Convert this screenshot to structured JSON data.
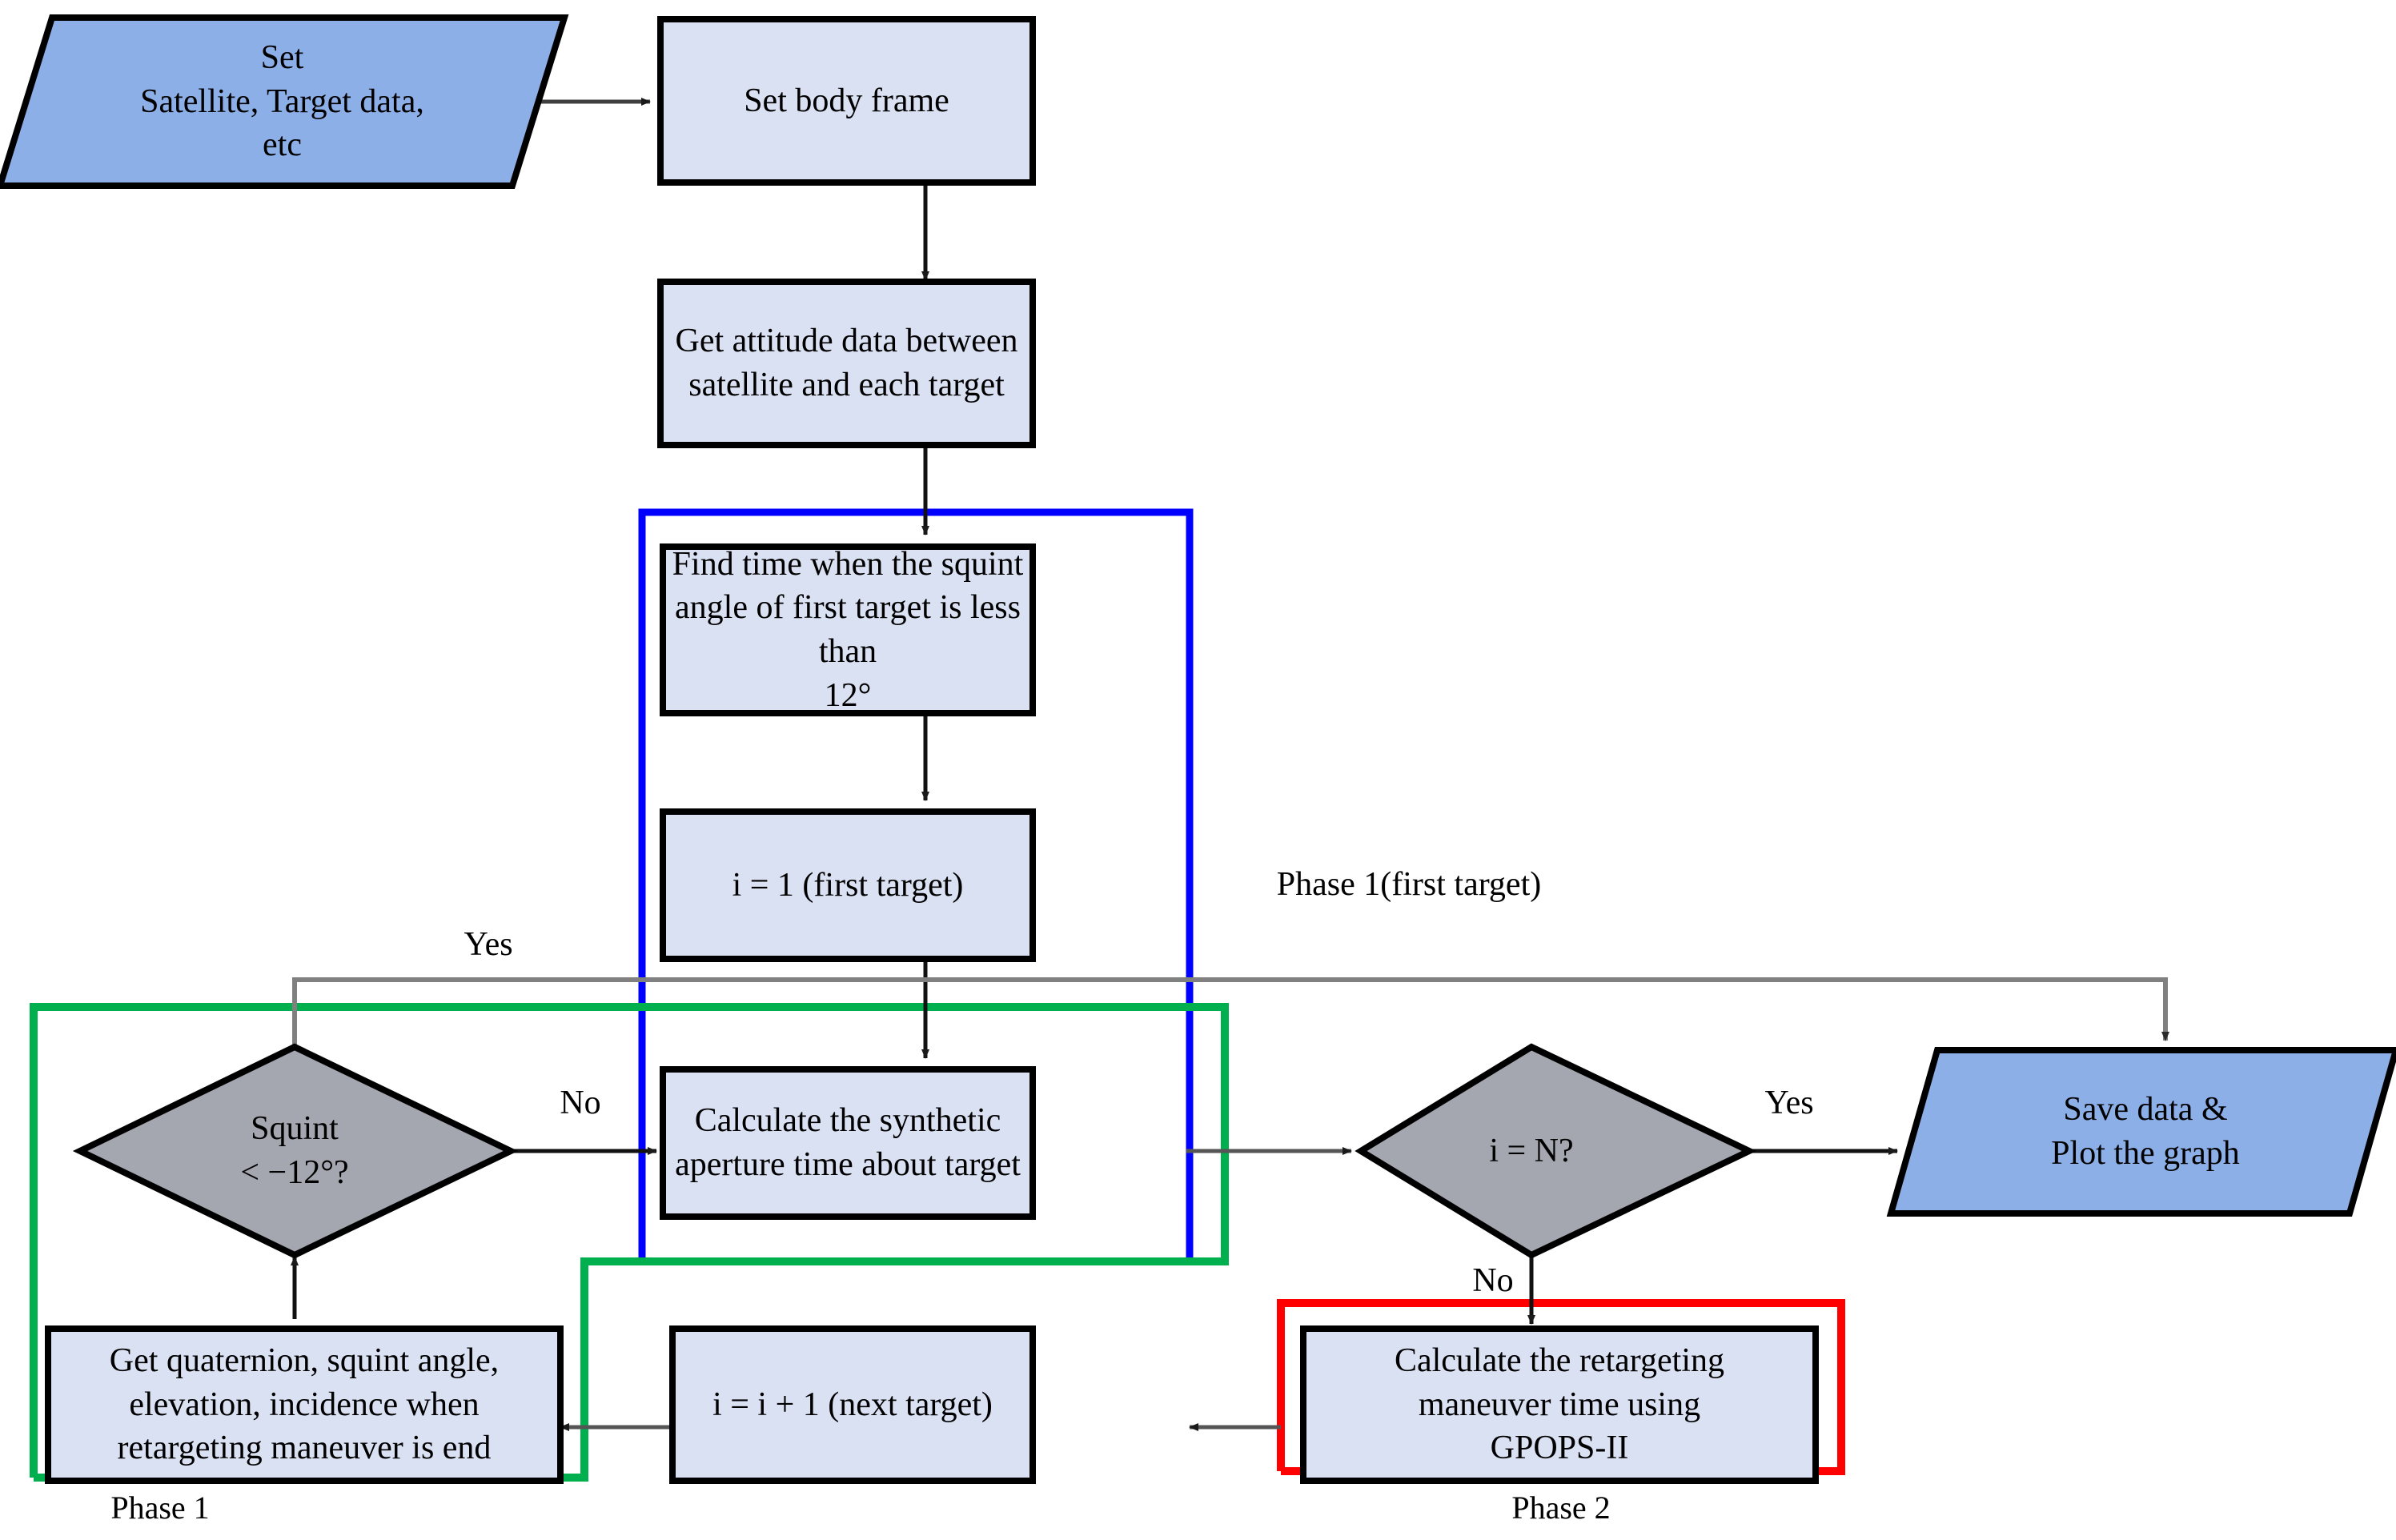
{
  "diagram": {
    "title": "Satellite retargeting maneuver simulation flowchart",
    "type": "flowchart",
    "colors": {
      "terminal_fill": "#8CAFE8",
      "process_fill": "#DAE1F3",
      "decision_fill": "#A5A7B0",
      "node_stroke": "#000000",
      "arrow": "#3F3F3F",
      "loop_arrow": "#808080",
      "phase1_inner_frame": "#0000FF",
      "phase1_frame": "#00B04F",
      "phase2_frame": "#FF0000"
    }
  },
  "nodes": {
    "input_data": {
      "label": "Set\nSatellite, Target data,\netc",
      "shape": "parallelogram"
    },
    "set_body_frame": {
      "label": "Set body frame",
      "shape": "rectangle"
    },
    "get_attitude": {
      "label": "Get attitude data between\nsatellite and each target",
      "shape": "rectangle"
    },
    "find_time": {
      "label": "Find time when the squint\nangle of first target is less than\n12°",
      "shape": "rectangle"
    },
    "init_index": {
      "label": "i = 1 (first target)",
      "shape": "rectangle"
    },
    "calc_synthetic": {
      "label": "Calculate the synthetic\naperture time about target",
      "shape": "rectangle"
    },
    "squint_check": {
      "label": "Squint\n< −12°?",
      "shape": "diamond"
    },
    "index_check": {
      "label": "i = N?",
      "shape": "diamond"
    },
    "save_plot": {
      "label": "Save data &\nPlot the graph",
      "shape": "parallelogram"
    },
    "get_quaternion": {
      "label": "Get quaternion, squint angle,\nelevation, incidence when\nretargeting maneuver is end",
      "shape": "rectangle"
    },
    "increment_index": {
      "label": "i = i + 1 (next target)",
      "shape": "rectangle"
    },
    "calc_retargeting": {
      "label": "Calculate the retargeting\nmaneuver time using\nGPOPS-II",
      "shape": "rectangle"
    }
  },
  "edge_labels": {
    "squint_yes": "Yes",
    "squint_no": "No",
    "index_yes": "Yes",
    "index_no": "No"
  },
  "annotations": {
    "phase1_inner": "Phase 1(first target)",
    "phase1": "Phase 1",
    "phase2": "Phase 2"
  }
}
